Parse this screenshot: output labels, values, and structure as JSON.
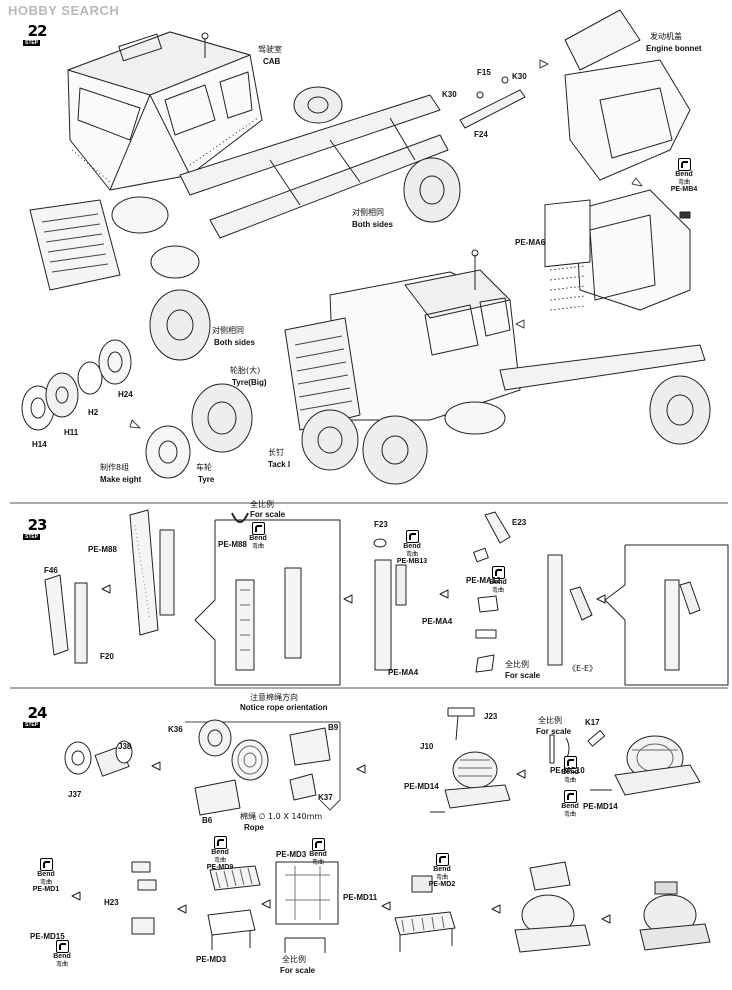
{
  "watermark": "HOBBY SEARCH",
  "steps": [
    {
      "number": "22",
      "tag": "STEP"
    },
    {
      "number": "23",
      "tag": "STEP"
    },
    {
      "number": "24",
      "tag": "STEP"
    }
  ],
  "step22": {
    "cab_zh": "驾驶室",
    "cab_en": "CAB",
    "k30_a": "K30",
    "f15": "F15",
    "k30_b": "K30",
    "f24": "F24",
    "bonnet_zh": "发动机盖",
    "bonnet_en": "Engine bonnet",
    "bend_en": "Bend",
    "bend_zh": "弯曲",
    "pe_mb4": "PE-MB4",
    "pe_ma6": "PE-MA6",
    "both_sides_zh_1": "对侧相同",
    "both_sides_en_1": "Both sides",
    "both_sides_zh_2": "对侧相同",
    "both_sides_en_2": "Both sides",
    "h24": "H24",
    "h2": "H2",
    "h11": "H11",
    "h14": "H14",
    "make_eight_zh": "制作8组",
    "make_eight_en": "Make eight",
    "tyre_big_zh": "轮胎(大)",
    "tyre_big_en": "Tyre(Big)",
    "tyre_zh": "车轮",
    "tyre_en": "Tyre",
    "tack_zh": "长钉",
    "tack_en": "Tack I"
  },
  "step23": {
    "pe_m88_a": "PE-M88",
    "f46": "F46",
    "f20": "F20",
    "scale_zh": "全比例",
    "scale_en": "For scale",
    "pe_m88_b": "PE-M88",
    "bend_en": "Bend",
    "bend_zh": "弯曲",
    "f23": "F23",
    "pe_mb13": "PE-MB13",
    "pe_ma4_a": "PE-MA4",
    "pe_ma4_b": "PE-MA4",
    "e23": "E23",
    "pe_ma12": "PE-MA12",
    "scale2_zh": "全比例",
    "scale2_en": "For scale",
    "ee": "《E-E》"
  },
  "step24": {
    "rope_zh": "注意棉绳方向",
    "rope_en": "Notice rope orientation",
    "j38": "J38",
    "j37": "J37",
    "k36": "K36",
    "b9": "B9",
    "b6": "B6",
    "k37": "K37",
    "rope_spec_zh": "棉绳 ∅ 1.0 X 140mm",
    "rope_spec_en": "Rope",
    "j23": "J23",
    "j10": "J10",
    "pe_md14_a": "PE-MD14",
    "scale_zh": "全比例",
    "scale_en": "For scale",
    "k17": "K17",
    "pe_mc10": "PE-MC10",
    "pe_md14_b": "PE-MD14",
    "pe_md1": "PE-MD1",
    "h23": "H23",
    "pe_md15": "PE-MD15",
    "pe_md9": "PE-MD9",
    "pe_md3_a": "PE-MD3",
    "pe_md3_b": "PE-MD3",
    "pe_md11": "PE-MD11",
    "scale2_zh": "全比例",
    "scale2_en": "For scale",
    "pe_md2": "PE-MD2",
    "bend_en": "Bend",
    "bend_zh": "弯曲"
  }
}
